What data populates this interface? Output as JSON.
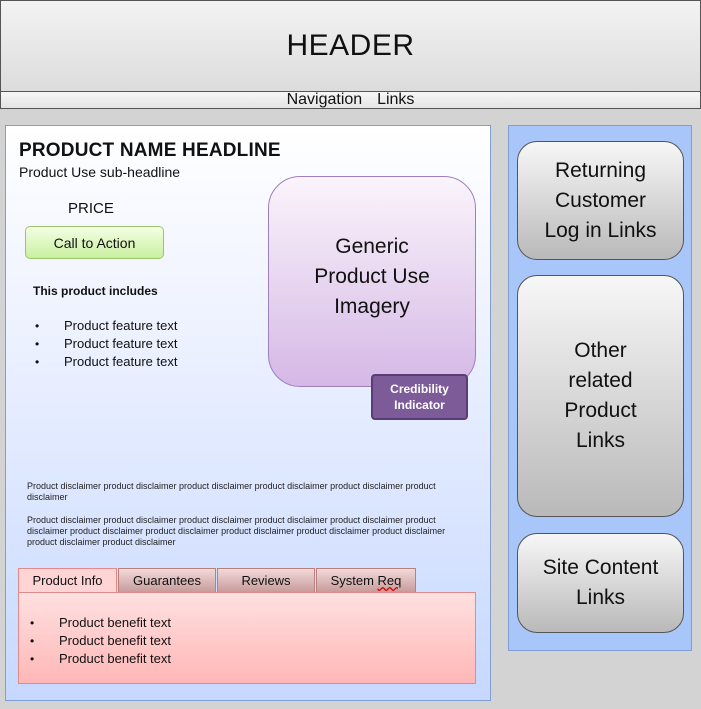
{
  "header": {
    "title": "HEADER"
  },
  "nav": {
    "label": "Navigation  Links"
  },
  "product": {
    "headline": "PRODUCT NAME HEADLINE",
    "subheadline": "Product Use sub-headline",
    "price": "PRICE",
    "cta": "Call to Action",
    "includes_title": "This product includes",
    "features": [
      "Product feature text",
      "Product feature text",
      "Product feature text"
    ],
    "imagery": {
      "line1": "Generic",
      "line2": "Product Use",
      "line3": "Imagery"
    },
    "credibility": {
      "line1": "Credibility",
      "line2": "Indicator"
    },
    "disclaimers": [
      "Product disclaimer product disclaimer product disclaimer product disclaimer product disclaimer product disclaimer",
      "Product disclaimer product disclaimer product disclaimer product disclaimer product disclaimer product disclaimer product disclaimer product disclaimer product disclaimer product disclaimer product disclaimer product disclaimer product disclaimer"
    ],
    "tabs": [
      "Product Info",
      "Guarantees",
      "Reviews",
      "System Req"
    ],
    "benefits": [
      "Product benefit text",
      "Product benefit text",
      "Product benefit text"
    ]
  },
  "sidebar": {
    "login": {
      "line1": "Returning",
      "line2": "Customer",
      "line3": "Log in Links"
    },
    "related": {
      "line1": "Other",
      "line2": "related",
      "line3": "Product",
      "line4": "Links"
    },
    "content": {
      "line1": "Site Content",
      "line2": "Links"
    }
  },
  "colors": {
    "cta_green": "#c8f09f",
    "imagery_purple": "#d5b8e6",
    "credibility_purple": "#7c5b98",
    "tab_panel_pink": "#ffb7b7",
    "sidebar_blue": "#a9c6fa"
  },
  "bullet_glyph": "•"
}
